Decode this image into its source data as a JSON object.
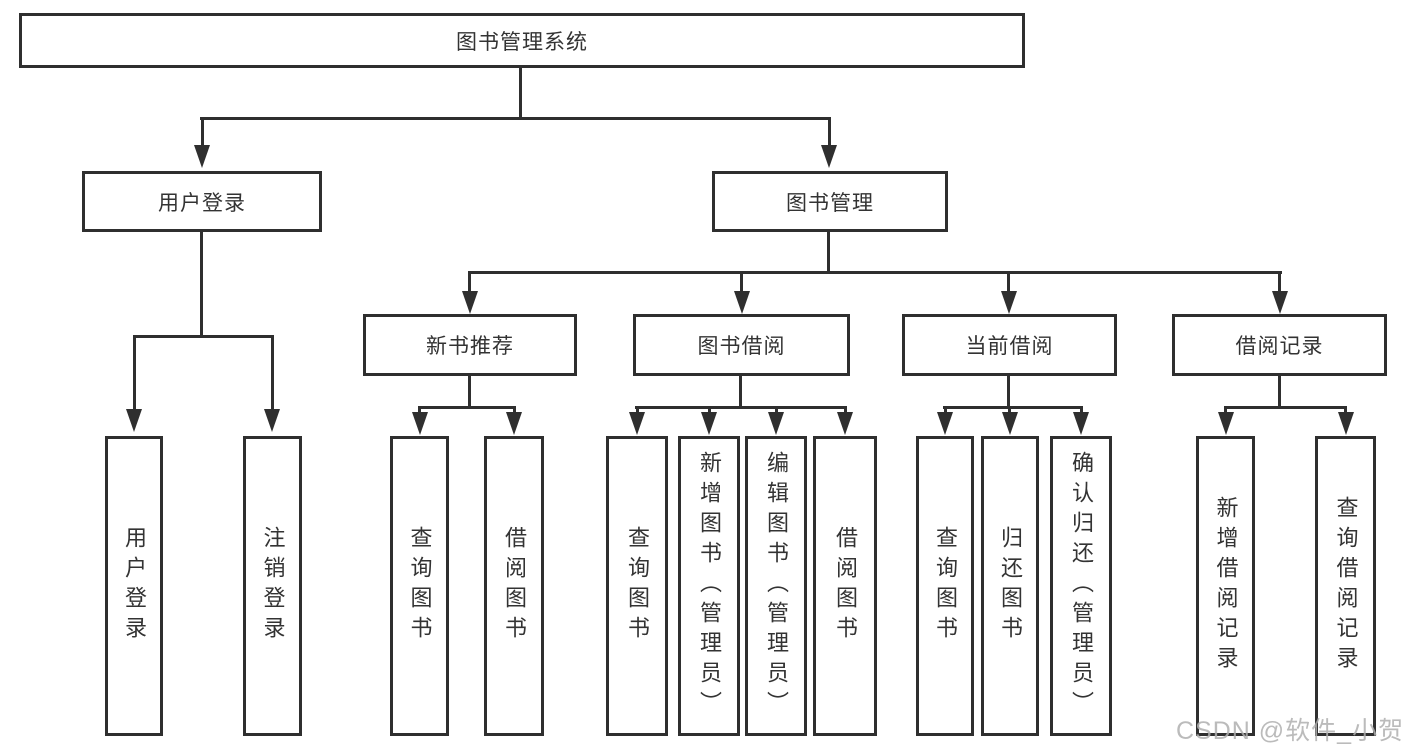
{
  "diagram": {
    "root": {
      "label": "图书管理系统"
    },
    "branches": [
      {
        "label": "用户登录",
        "children": [
          {
            "label": "用户登录"
          },
          {
            "label": "注销登录"
          }
        ]
      },
      {
        "label": "图书管理",
        "children": [
          {
            "label": "新书推荐",
            "children": [
              {
                "label": "查询图书"
              },
              {
                "label": "借阅图书"
              }
            ]
          },
          {
            "label": "图书借阅",
            "children": [
              {
                "label": "查询图书"
              },
              {
                "label": "新增图书（管理员）"
              },
              {
                "label": "编辑图书（管理员）"
              },
              {
                "label": "借阅图书"
              }
            ]
          },
          {
            "label": "当前借阅",
            "children": [
              {
                "label": "查询图书"
              },
              {
                "label": "归还图书"
              },
              {
                "label": "确认归还（管理员）"
              }
            ]
          },
          {
            "label": "借阅记录",
            "children": [
              {
                "label": "新增借阅记录"
              },
              {
                "label": "查询借阅记录"
              }
            ]
          }
        ]
      }
    ]
  },
  "watermark": {
    "text": "CSDN @软件_小贺同学"
  },
  "colors": {
    "line": "#2f2f2f",
    "text": "#333333",
    "watermark_text": "#b0b0b0",
    "background": "#ffffff"
  }
}
